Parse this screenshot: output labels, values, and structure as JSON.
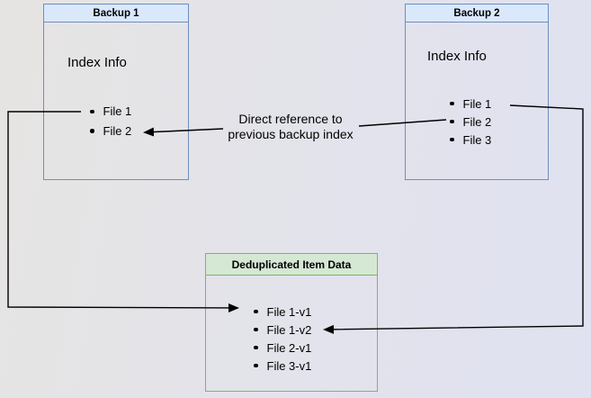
{
  "diagram": {
    "backup1": {
      "title": "Backup 1",
      "subtitle": "Index Info",
      "files": [
        "File 1",
        "File 2"
      ]
    },
    "backup2": {
      "title": "Backup 2",
      "subtitle": "Index Info",
      "files": [
        "File 1",
        "File 2",
        "File 3"
      ]
    },
    "dedup": {
      "title": "Deduplicated Item Data",
      "files": [
        "File 1-v1",
        "File 1-v2",
        "File 2-v1",
        "File 3-v1"
      ]
    },
    "annotation": {
      "line1": "Direct reference to",
      "line2": "previous backup index"
    },
    "colors": {
      "blue_header_fill": "#dae8fc",
      "blue_border": "#6c8ebf",
      "green_header_fill": "#d5e8d4",
      "green_border": "#82b366",
      "arrow": "#000000",
      "background_left": "#e6e4e2",
      "background_right": "#e0e2f1"
    }
  }
}
